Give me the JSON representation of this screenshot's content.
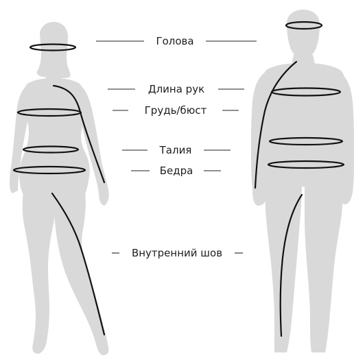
{
  "labels": {
    "head": "Голова",
    "arm_length": "Длина рук",
    "chest_bust": "Грудь/бюст",
    "waist": "Талия",
    "hips": "Бедра",
    "inseam": "Внутренний шов"
  },
  "colors": {
    "silhouette": "#d9d9d9",
    "measure_line": "#111111",
    "leader_line": "#222222",
    "text": "#1e1e1e",
    "background": "#ffffff"
  }
}
